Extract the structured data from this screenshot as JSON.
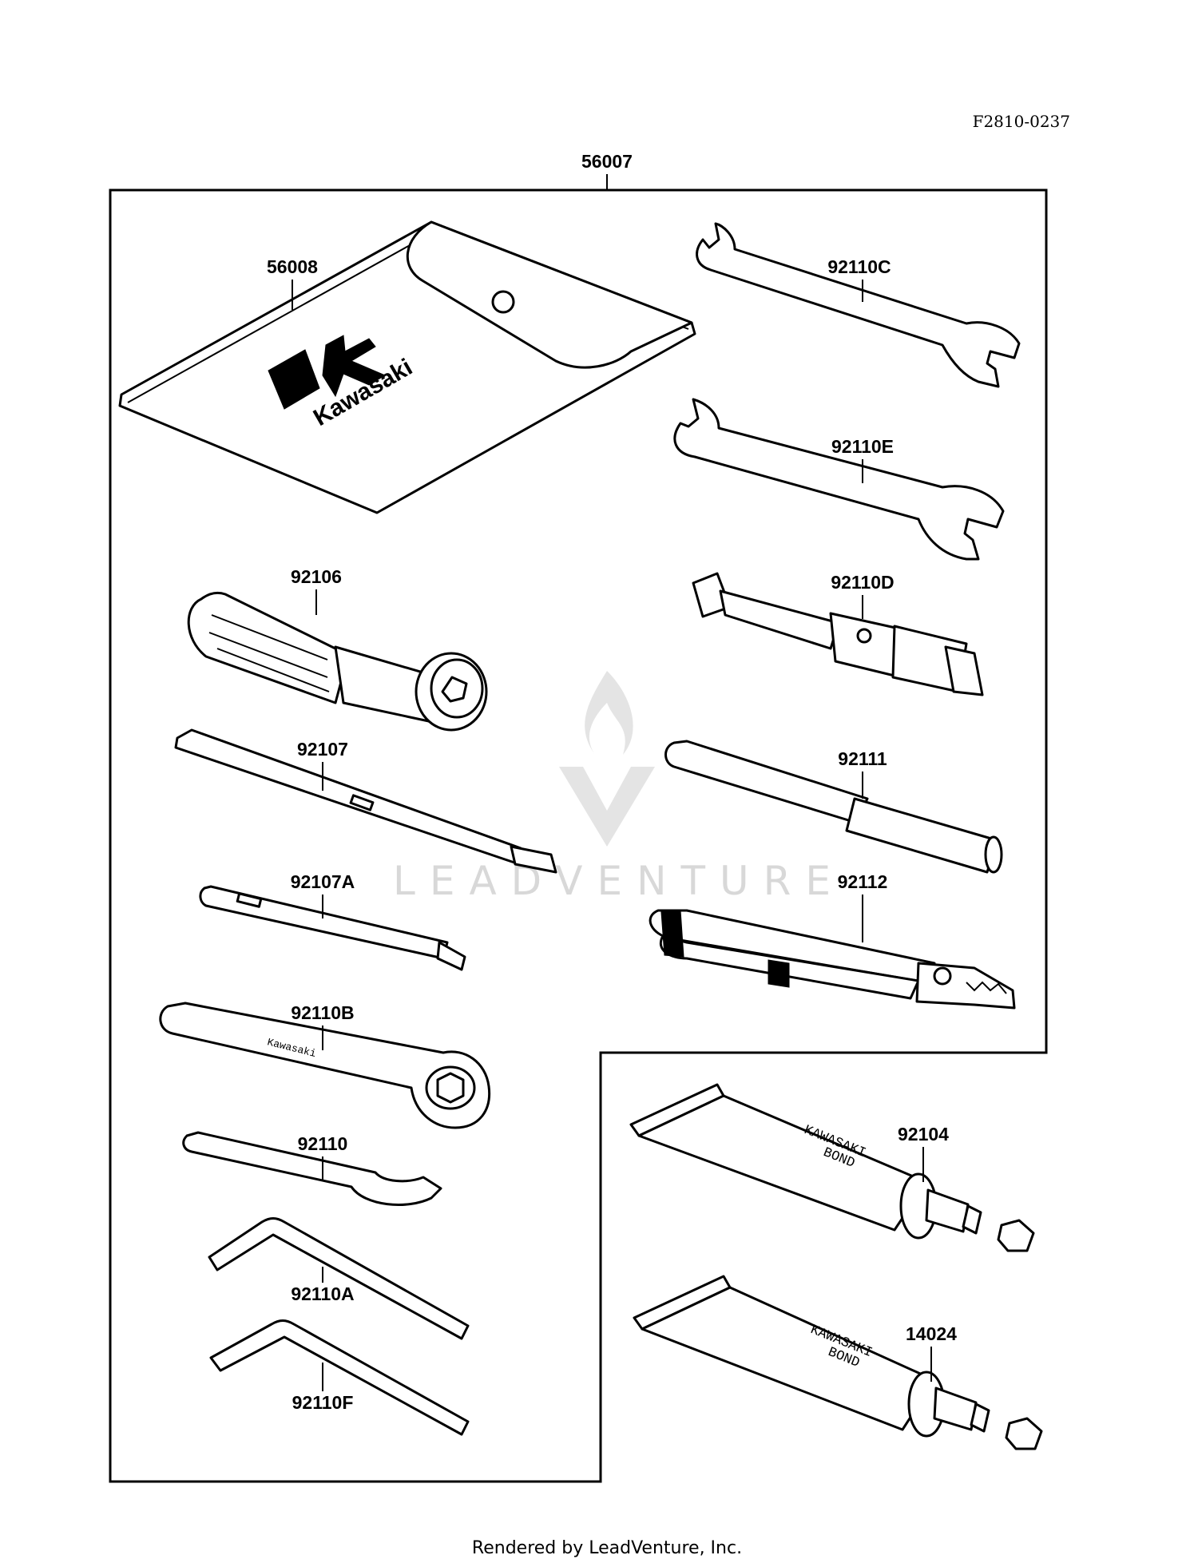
{
  "diagram": {
    "reference_code": "F2810-0237",
    "assembly_number": "56007",
    "footer": "Rendered by LeadVenture, Inc.",
    "watermark": "LEADVENTURE",
    "pouch_brand": "Kawasaki",
    "tube_text": [
      "KAWASAKI",
      "BOND"
    ],
    "parts": [
      {
        "id": "56008",
        "name": "tool-pouch"
      },
      {
        "id": "92110C",
        "name": "open-end-wrench-small"
      },
      {
        "id": "92110E",
        "name": "open-end-wrench-large"
      },
      {
        "id": "92106",
        "name": "screwdriver-handle"
      },
      {
        "id": "92110D",
        "name": "spark-plug-wrench"
      },
      {
        "id": "92107",
        "name": "screwdriver-long"
      },
      {
        "id": "92111",
        "name": "extension-bar"
      },
      {
        "id": "92107A",
        "name": "screwdriver-short"
      },
      {
        "id": "92112",
        "name": "pliers"
      },
      {
        "id": "92110B",
        "name": "box-wrench"
      },
      {
        "id": "92110",
        "name": "hook-wrench"
      },
      {
        "id": "92110A",
        "name": "hex-key-a"
      },
      {
        "id": "92110F",
        "name": "hex-key-f"
      },
      {
        "id": "92104",
        "name": "bond-tube-1"
      },
      {
        "id": "14024",
        "name": "bond-tube-2"
      }
    ]
  }
}
